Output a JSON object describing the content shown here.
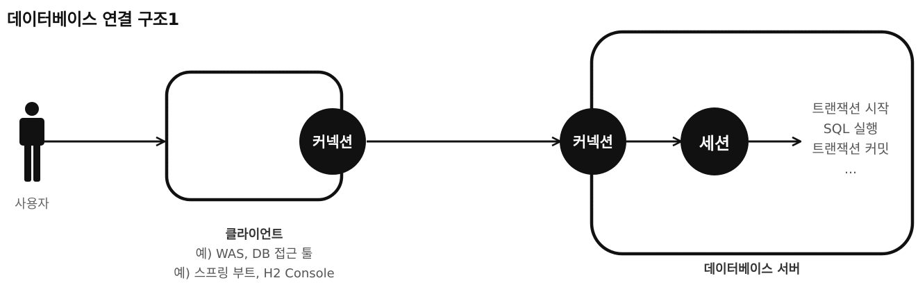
{
  "title": "데이터베이스 연결 구조1",
  "user": {
    "label": "사용자"
  },
  "client": {
    "connection_label": "커넥션",
    "name": "클라이언트",
    "examples": [
      "예) WAS, DB 접근 툴",
      "예) 스프링 부트, H2 Console"
    ]
  },
  "server": {
    "connection_label": "커넥션",
    "session_label": "세션",
    "name": "데이터베이스 서버",
    "tasks": [
      "트랜잭션 시작",
      "SQL 실행",
      "트랜잭션 커밋",
      "..."
    ]
  }
}
